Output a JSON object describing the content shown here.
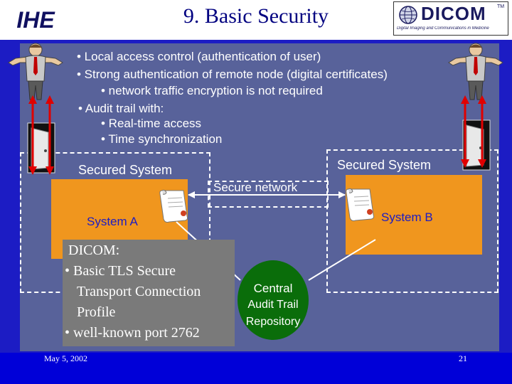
{
  "slide": {
    "title": "9. Basic Security",
    "bullets": [
      "• Local access control (authentication of user)",
      "• Strong authentication of remote node (digital certificates)",
      "• network traffic encryption is not required",
      "• Audit trail with:",
      "• Real-time access",
      "• Time synchronization"
    ],
    "secured_system_left": "Secured System",
    "secured_system_right": "Secured System",
    "secure_network": "Secure network",
    "system_a": "System A",
    "system_b": "System B",
    "dicom_box": [
      "DICOM:",
      "• Basic TLS Secure",
      "Transport Connection",
      "Profile",
      "• well-known port 2762"
    ],
    "audit_repository": [
      "Central",
      "Audit Trail",
      "Repository"
    ],
    "footer_date": "May 5, 2002",
    "page_number": "21"
  },
  "logos": {
    "left": "IHE",
    "right_name": "DICOM",
    "right_tm": "TM",
    "right_subtitle": "Digital Imaging and Communications in Medicine"
  },
  "colors": {
    "title": "#000080",
    "background": "#1c1cc4",
    "panel": "#58629a",
    "system_box": "#f0961e",
    "dicom_box": "#7a7a7a",
    "audit_repository": "#0a6d0a",
    "access_arrow": "#e00000"
  },
  "icons": [
    "person-icon",
    "door-icon",
    "certificate-scroll-icon",
    "dicom-globe-icon"
  ]
}
